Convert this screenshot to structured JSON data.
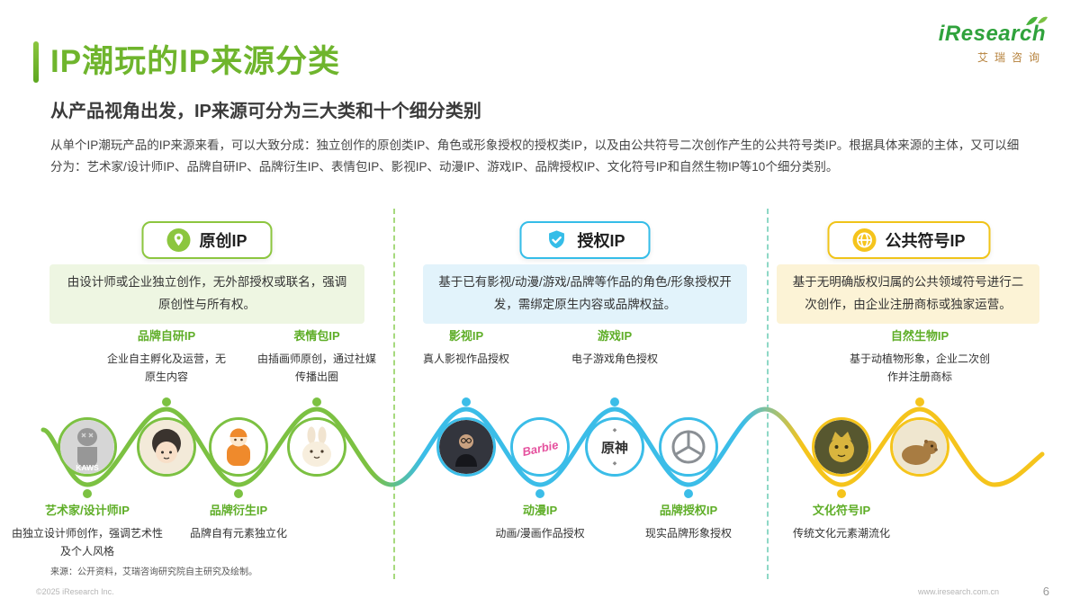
{
  "header": {
    "title": "IP潮玩的IP来源分类",
    "subtitle": "从产品视角出发，IP来源可分为三大类和十个细分类别",
    "intro": "从单个IP潮玩产品的IP来源来看，可以大致分成：独立创作的原创类IP、角色或形象授权的授权类IP，以及由公共符号二次创作产生的公共符号类IP。根据具体来源的主体，又可以细分为：艺术家/设计师IP、品牌自研IP、品牌衍生IP、表情包IP、影视IP、动漫IP、游戏IP、品牌授权IP、文化符号IP和自然生物IP等10个细分类别。"
  },
  "logo": {
    "brand": "iResearch",
    "brand_cn": "艾瑞咨询"
  },
  "colors": {
    "green": "#7cc142",
    "blue": "#3bbde8",
    "yellow": "#f5c41c"
  },
  "categories": [
    {
      "label": "原创IP",
      "icon": "location-pin-icon",
      "color": "#8cc63f",
      "desc": "由设计师或企业独立创作，无外部授权或联名，强调原创性与所有权。"
    },
    {
      "label": "授权IP",
      "icon": "shield-check-icon",
      "color": "#35bde8",
      "desc": "基于已有影视/动漫/游戏/品牌等作品的角色/形象授权开发，需绑定原生内容或品牌权益。"
    },
    {
      "label": "公共符号IP",
      "icon": "globe-icon",
      "color": "#f0c419",
      "desc": "基于无明确版权归属的公共领域符号进行二次创作，由企业注册商标或独家运营。"
    }
  ],
  "timeline": {
    "items": [
      {
        "name": "艺术家/设计师IP",
        "desc": "由独立设计师创作，强调艺术性及个人风格",
        "side": "bottom",
        "section": "original",
        "image": "kaws-figure"
      },
      {
        "name": "品牌自研IP",
        "desc": "企业自主孵化及运营，无原生内容",
        "side": "top",
        "section": "original",
        "image": "illustrator-avatar"
      },
      {
        "name": "品牌衍生IP",
        "desc": "品牌自有元素独立化",
        "side": "bottom",
        "section": "original",
        "image": "brand-mascot"
      },
      {
        "name": "表情包IP",
        "desc": "由插画师原创，通过社媒传播出圈",
        "side": "top",
        "section": "original",
        "image": "rabbit-sticker"
      },
      {
        "name": "影视IP",
        "desc": "真人影视作品授权",
        "side": "top",
        "section": "licensed",
        "image": "movie-still"
      },
      {
        "name": "动漫IP",
        "desc": "动画/漫画作品授权",
        "side": "bottom",
        "section": "licensed",
        "image": "barbie-logo"
      },
      {
        "name": "游戏IP",
        "desc": "电子游戏角色授权",
        "side": "top",
        "section": "licensed",
        "image": "genshin-logo"
      },
      {
        "name": "品牌授权IP",
        "desc": "现实品牌形象授权",
        "side": "bottom",
        "section": "licensed",
        "image": "mercedes-logo"
      },
      {
        "name": "文化符号IP",
        "desc": "传统文化元素潮流化",
        "side": "bottom",
        "section": "public-symbol",
        "image": "golden-cat-figure"
      },
      {
        "name": "自然生物IP",
        "desc": "基于动植物形象，企业二次创作并注册商标",
        "side": "top",
        "section": "public-symbol",
        "image": "capybara-figure"
      }
    ]
  },
  "footer": {
    "source": "来源：公开资料，艾瑞咨询研究院自主研究及绘制。",
    "copyright": "©2025 iResearch Inc.",
    "website": "www.iresearch.com.cn",
    "page_number": "6"
  }
}
